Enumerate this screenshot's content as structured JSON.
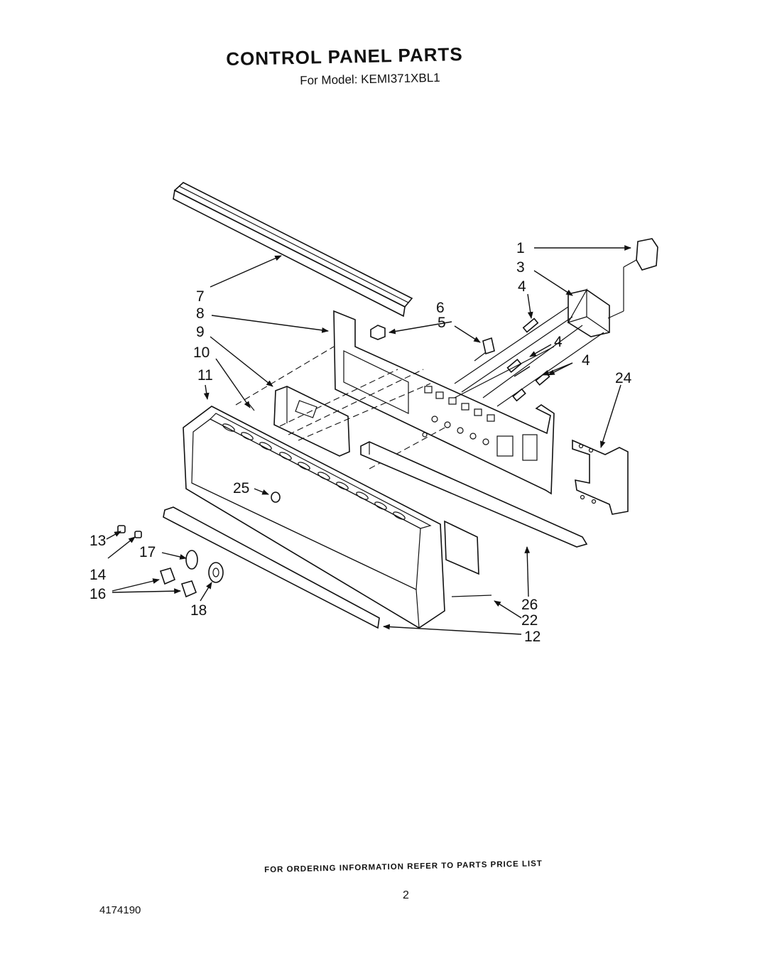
{
  "header": {
    "title": "CONTROL PANEL PARTS",
    "subtitle": "For Model: KEMI371XBL1"
  },
  "footer": {
    "ordering_note": "FOR ORDERING INFORMATION REFER TO PARTS PRICE LIST",
    "page_number": "2",
    "document_number": "4174190"
  },
  "callouts": {
    "c1": "1",
    "c3": "3",
    "c4a": "4",
    "c4b": "4",
    "c4c": "4",
    "c5": "5",
    "c6": "6",
    "c7": "7",
    "c8": "8",
    "c9": "9",
    "c10": "10",
    "c11": "11",
    "c12": "12",
    "c13": "13",
    "c14": "14",
    "c16": "16",
    "c17": "17",
    "c18": "18",
    "c22": "22",
    "c24": "24",
    "c25": "25",
    "c26": "26"
  }
}
